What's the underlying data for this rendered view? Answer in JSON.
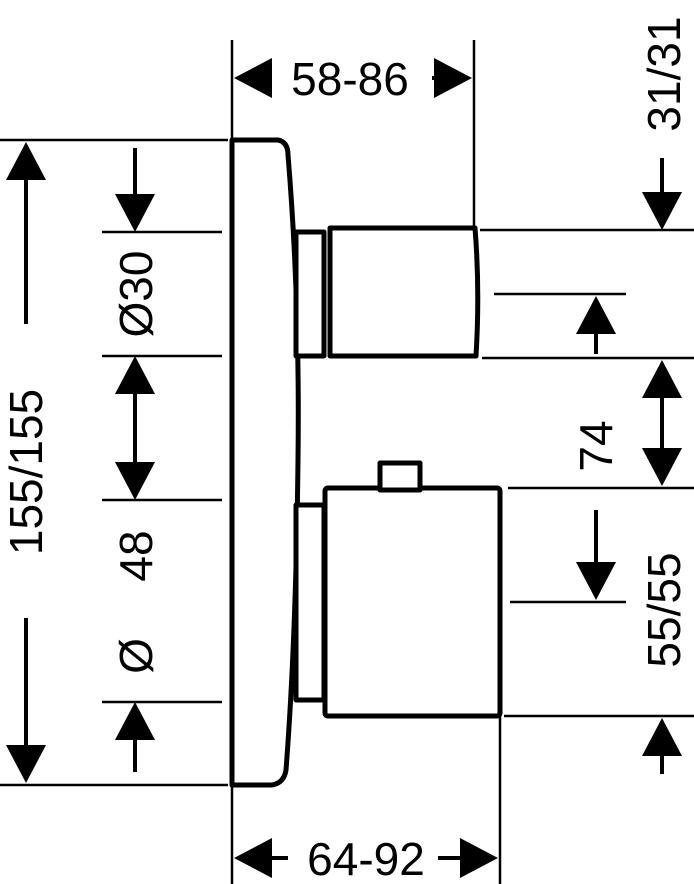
{
  "dimensions": {
    "top_width": "58-86",
    "bottom_width": "64-92",
    "total_height": "155/155",
    "upper_diameter": "Ø30",
    "lower_diameter_symbol": "Ø",
    "lower_diameter_value": "48",
    "center_spacing": "74",
    "right_top": "31/31",
    "right_bottom": "55/55"
  }
}
